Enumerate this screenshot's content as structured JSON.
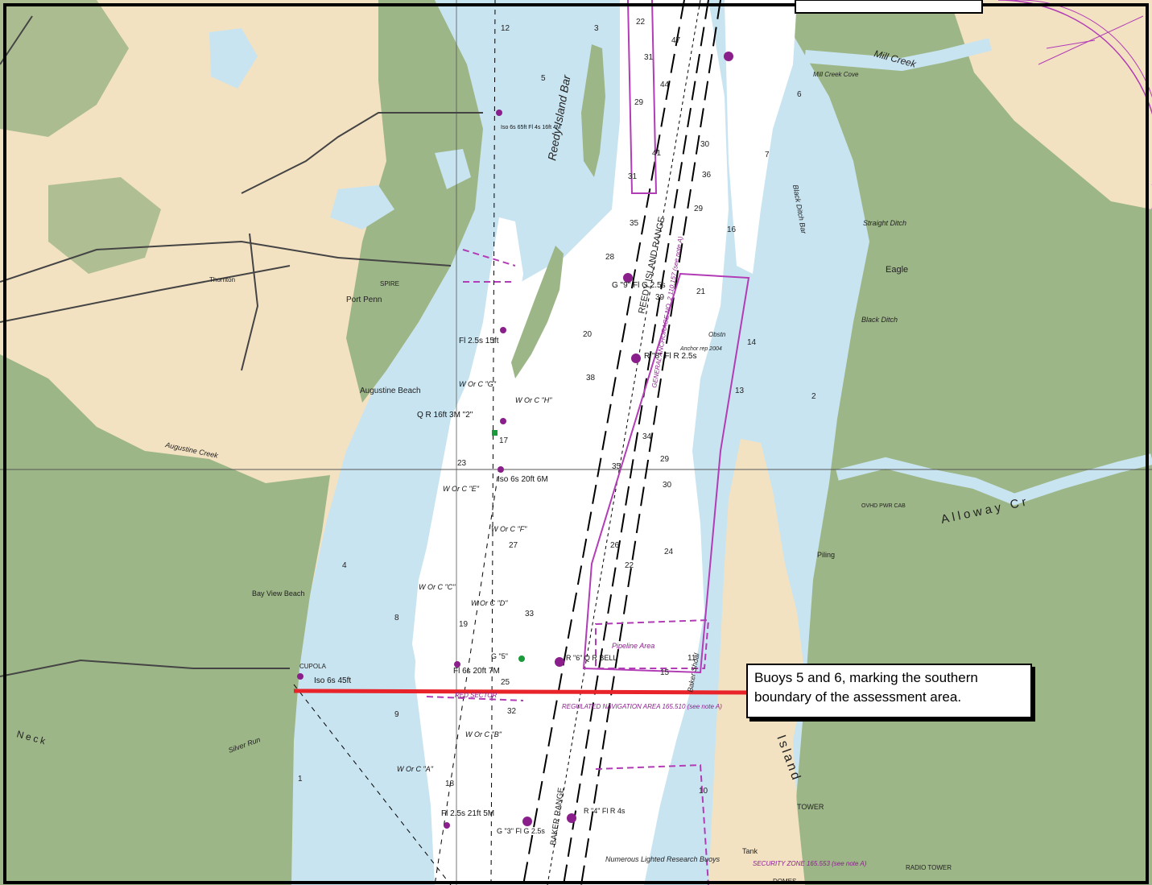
{
  "callout": {
    "text": "Buoys 5 and 6, marking the southern boundary of the assessment area."
  },
  "colors": {
    "land": "#f3e2c2",
    "marsh": "#9db687",
    "shallow_water": "#c8e4f1",
    "deep_water": "#ffffff",
    "boundary_line": "#e8232a",
    "aids_magenta": "#8a1f8c"
  },
  "labels": {
    "reedy_island_bar": "Reedy Island Bar",
    "reedy_island_range": "REEDY ISLAND RANGE",
    "baker_range": "BAKER RANGE",
    "mill_creek": "Mill Creek",
    "mill_creek_cove": "Mill Creek Cove",
    "black_ditch_bar": "Black Ditch Bar",
    "straight_ditch": "Straight Ditch",
    "black_ditch": "Black Ditch",
    "eagle": "Eagle",
    "alloway_cr": "Alloway Cr",
    "port_penn": "Port Penn",
    "thornton": "Thornton",
    "spire": "SPIRE",
    "augustine_beach": "Augustine Beach",
    "augustine_creek": "Augustine Creek",
    "bay_view_beach": "Bay View Beach",
    "cupola": "CUPOLA",
    "silver_run": "Silver Run",
    "neck": "Neck",
    "piling": "Piling",
    "tower": "TOWER",
    "radio_tower": "RADIO TOWER",
    "island": "Island",
    "general_anchorage": "GENERAL ANCHORAGE NO. 2 110.157 (see note A)",
    "pipeline_area": "Pipeline Area",
    "regulated_navigation_area": "REGULATED NAVIGATION AREA 165.510 (see note A)",
    "security_zone": "SECURITY ZONE 165.553 (see note A)",
    "red_sector": "RED SECTOR",
    "numerous_lighted": "Numerous Lighted Research Buoys",
    "baker_shoal": "Baker Shoal",
    "anchor_rep": "Anchor rep 2004",
    "obstn": "Obstn",
    "tank": "Tank",
    "domes": "DOMES",
    "ovhd_pwr_cab": "OVHD PWR CAB"
  },
  "aids": [
    {
      "label": "Iso 6s 65ft Fl 4s 16ft 4M"
    },
    {
      "label": "Fl 2.5s 15ft"
    },
    {
      "label": "Q R 16ft 3M \"2\""
    },
    {
      "label": "Iso 6s 20ft 6M"
    },
    {
      "label": "Fl 6s 20ft 7M"
    },
    {
      "label": "Iso 6s 45ft"
    },
    {
      "label": "Fl 2.5s 21ft 5M"
    },
    {
      "label": "R \"8\" Fl R 2.5s"
    },
    {
      "label": "G \"9\" Fl G 2.5s"
    },
    {
      "label": "R \"6\" Q R BELL"
    },
    {
      "label": "G \"5\""
    },
    {
      "label": "R \"4\" Fl R 4s"
    },
    {
      "label": "G \"3\" Fl G 2.5s"
    },
    {
      "label": "W Or C \"G\""
    },
    {
      "label": "W Or C \"H\""
    },
    {
      "label": "W Or C \"E\""
    },
    {
      "label": "W Or C \"F\""
    },
    {
      "label": "W Or C \"C\""
    },
    {
      "label": "W Or C \"D\""
    },
    {
      "label": "W Or C \"B\""
    },
    {
      "label": "W Or C \"A\""
    }
  ],
  "soundings": [
    "12",
    "5",
    "3",
    "22",
    "47",
    "31",
    "44",
    "29",
    "41",
    "31",
    "35",
    "30",
    "36",
    "29",
    "16",
    "28",
    "39",
    "21",
    "14",
    "13",
    "38",
    "33",
    "34",
    "29",
    "30",
    "35",
    "26",
    "24",
    "22",
    "17",
    "15",
    "19",
    "20",
    "27",
    "32",
    "25",
    "23",
    "18",
    "11",
    "10",
    "9",
    "8",
    "7",
    "6",
    "4",
    "2",
    "1"
  ]
}
